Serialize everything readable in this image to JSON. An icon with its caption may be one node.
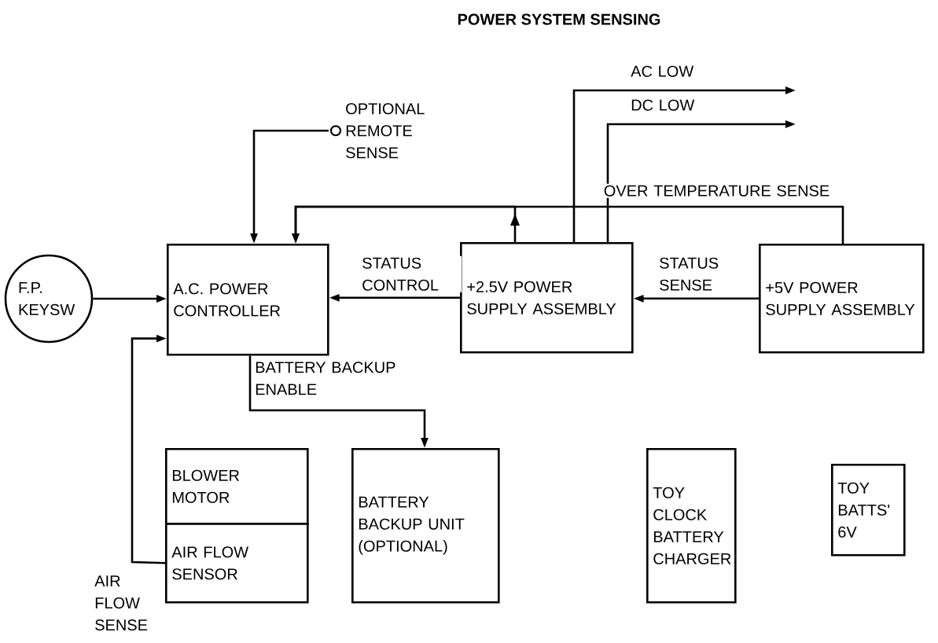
{
  "diagram": {
    "title": "POWER SYSTEM SENSING",
    "nodes": [
      {
        "text": [
          "F.P. KEYSW"
        ]
      },
      {
        "text": [
          "A.C. POWER CONTROLLER"
        ]
      },
      {
        "text": [
          "+2.5V POWER SUPPLY ASSEMBLY"
        ]
      },
      {
        "text": [
          "+5V POWER SUPPLY ASSEMBLY"
        ]
      },
      {
        "text": [
          "OPTIONAL REMOTE SENSE"
        ]
      },
      {
        "text": [
          "BLOWER MOTOR"
        ]
      },
      {
        "text": [
          "AIR FLOW SENSOR"
        ]
      },
      {
        "text": [
          "BATTERY BACKUP UNIT (OPTIONAL)"
        ]
      },
      {
        "text": [
          "TOY CLOCK BATTERY CHARGER"
        ]
      },
      {
        "text": [
          "TOY BATTS' 6V"
        ]
      }
    ],
    "edges": [
      {
        "from": 0,
        "to": 1,
        "arrow": "to"
      },
      {
        "from": 4,
        "to": 1,
        "arrow": "to"
      },
      {
        "from": 3,
        "to": 1,
        "arrow": "to",
        "label": "OVER TEMPERATURE SENSE"
      },
      {
        "from": 2,
        "to": 1,
        "arrow": "to"
      },
      {
        "from": 2,
        "to": 1,
        "arrow": "to",
        "label": "STATUS CONTROL"
      },
      {
        "from": 3,
        "to": 2,
        "arrow": "to",
        "label": "STATUS SENSE"
      },
      {
        "from": 2,
        "to": null,
        "arrow": "to",
        "label": "AC LOW"
      },
      {
        "from": 2,
        "to": null,
        "arrow": "to",
        "label": "DC LOW"
      },
      {
        "from": 1,
        "to": 7,
        "arrow": "to",
        "label": "BATTERY BACKUP ENABLE"
      },
      {
        "from": 6,
        "to": 1,
        "arrow": "to",
        "label": "AIR FLOW SENSE"
      }
    ]
  }
}
